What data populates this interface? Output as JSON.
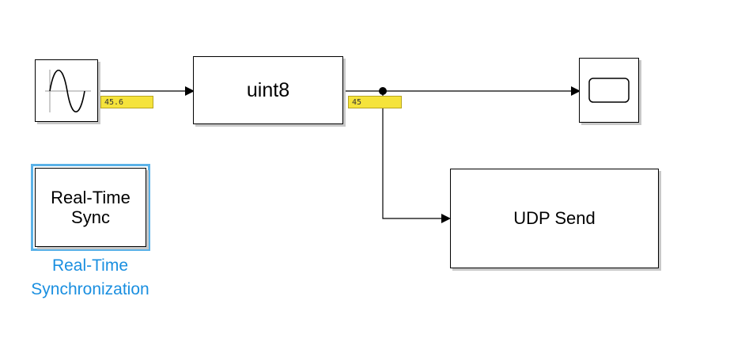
{
  "blocks": {
    "sine_wave": {
      "icon": "sine-wave-icon"
    },
    "uint8": {
      "label": "uint8"
    },
    "scope": {
      "icon": "scope-screen-icon"
    },
    "udp_send": {
      "label": "UDP Send"
    },
    "real_time_sync": {
      "label_line1": "Real-Time",
      "label_line2": "Sync",
      "caption_line1": "Real-Time",
      "caption_line2": "Synchronization",
      "selected": true
    }
  },
  "signal_values": {
    "sine_output": "45.6",
    "uint8_output": "45"
  },
  "colors": {
    "selection": "#5bb2e8",
    "caption": "#1a8fe0",
    "badge": "#f5e33b",
    "wire": "#000000"
  }
}
